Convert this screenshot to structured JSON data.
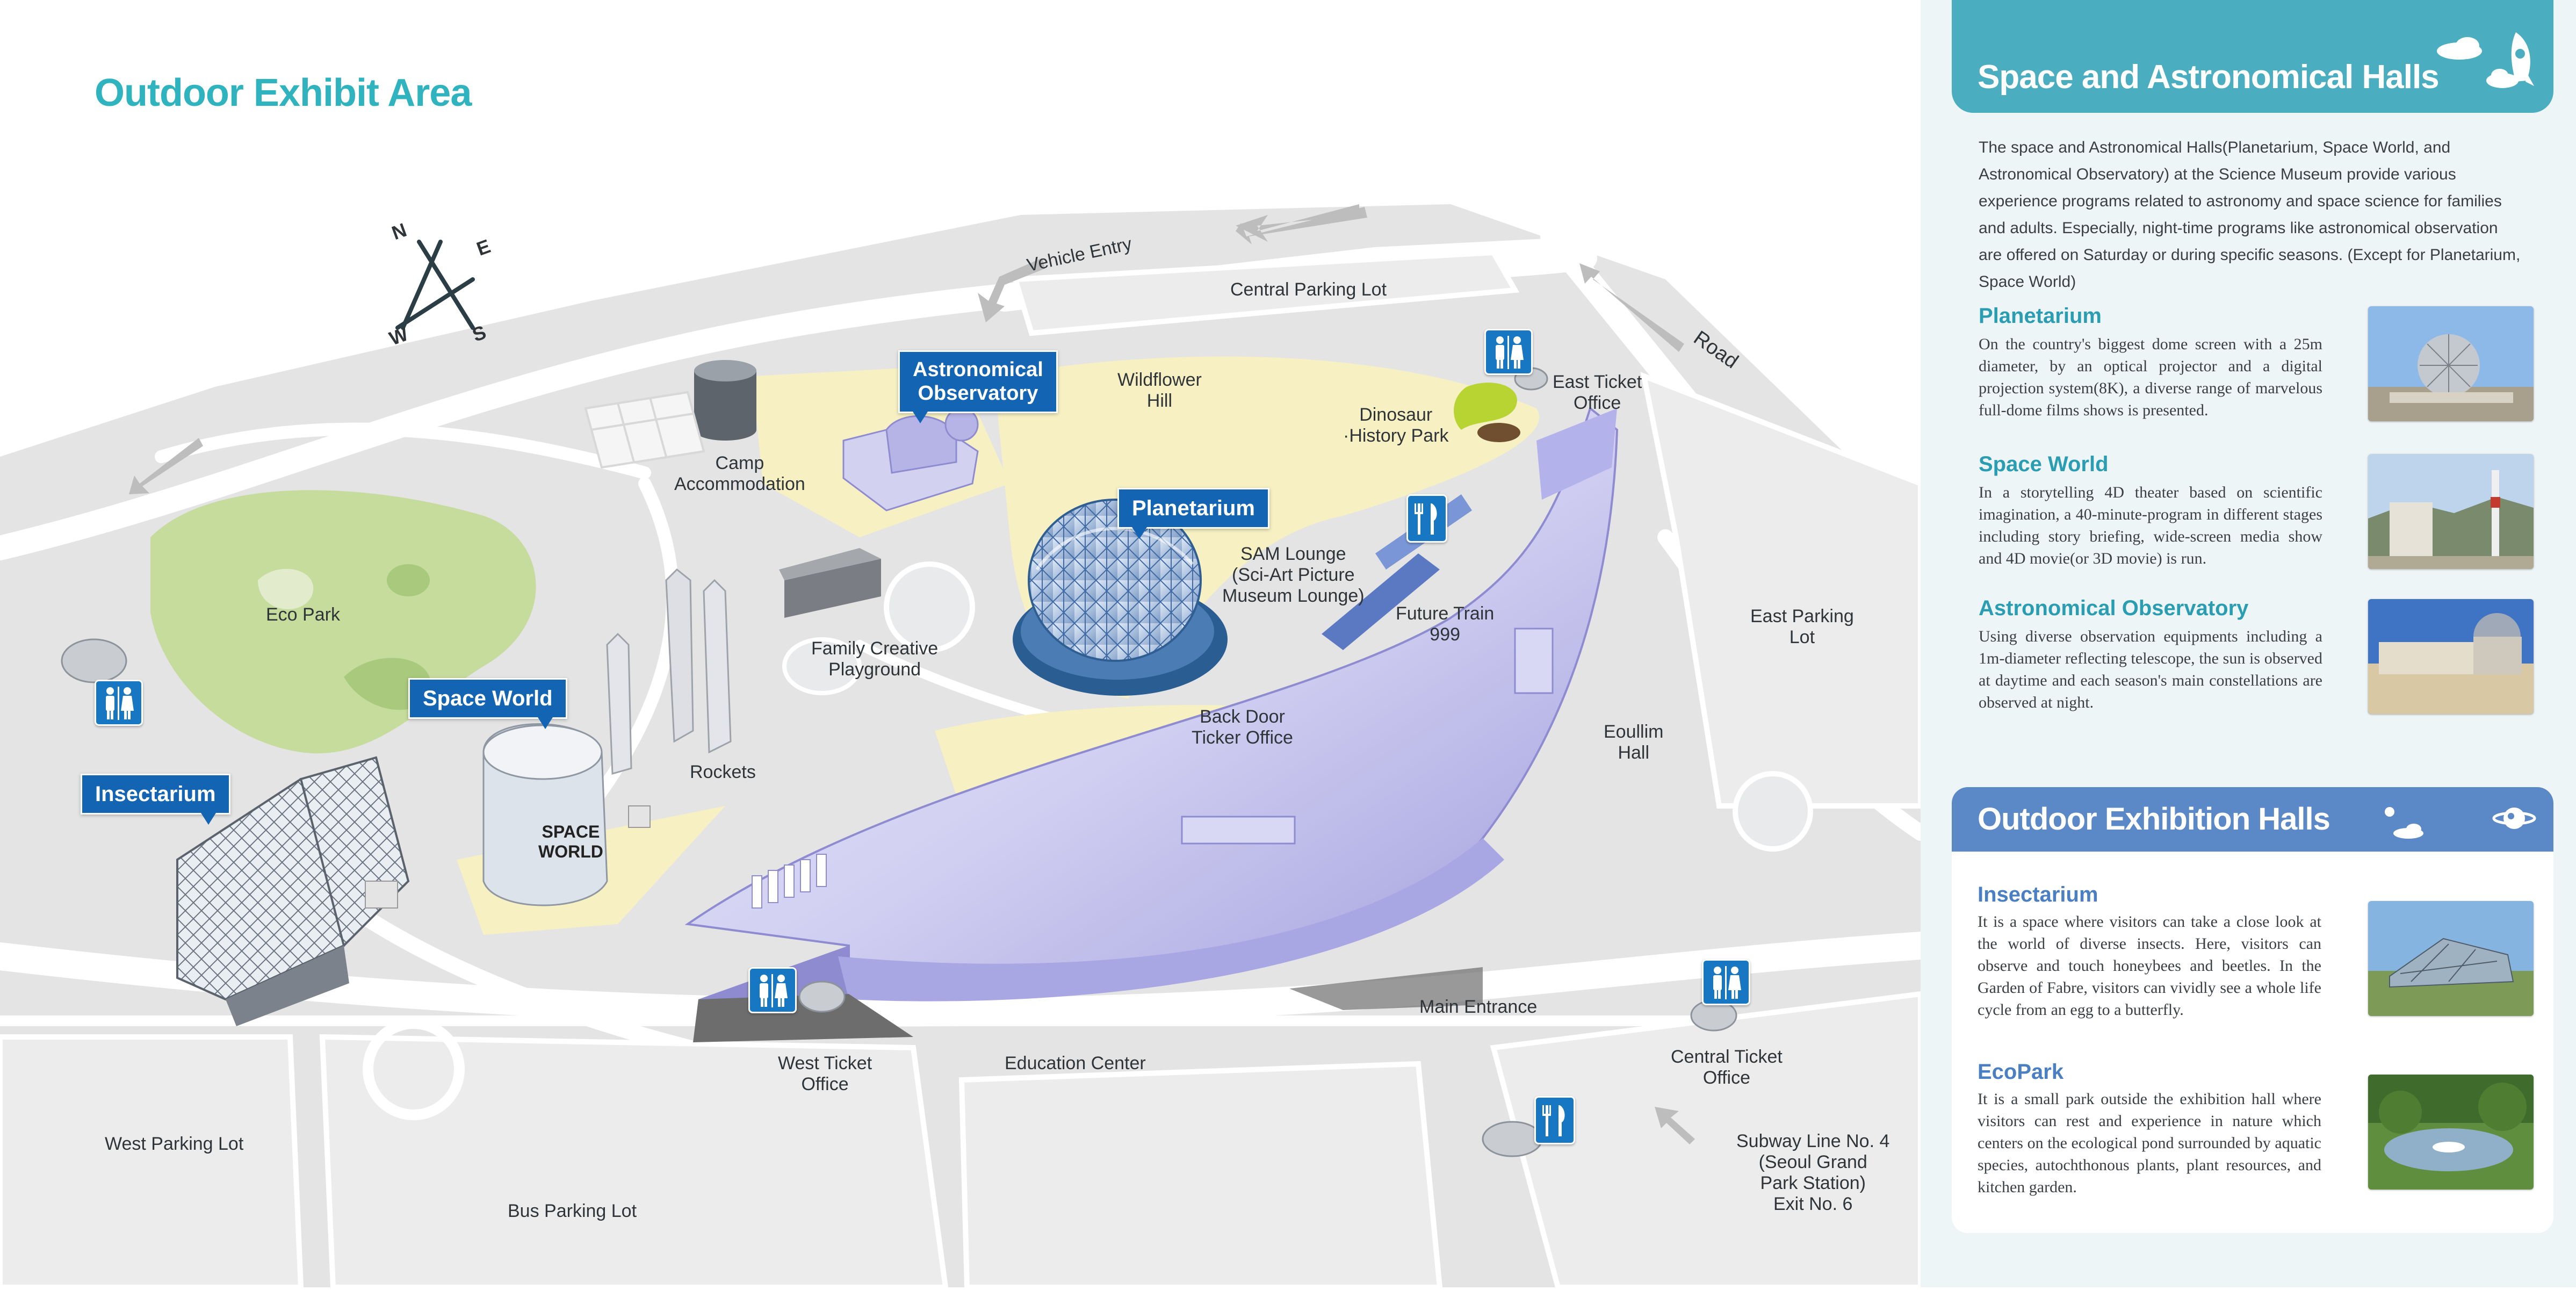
{
  "map": {
    "title": "Outdoor Exhibit Area",
    "compass": {
      "n": "N",
      "e": "E",
      "s": "S",
      "w": "W"
    },
    "labels": {
      "vehicle_entry": "Vehicle Entry",
      "central_parking": "Central Parking Lot",
      "road": "Road",
      "wildflower_hill": "Wildflower\nHill",
      "dinosaur_park": "Dinosaur\n·History Park",
      "east_ticket": "East Ticket\nOffice",
      "camp": "Camp\nAccommodation",
      "eco_park": "Eco Park",
      "sam_lounge": "SAM Lounge\n(Sci-Art Picture\nMuseum Lounge)",
      "future_train": "Future Train\n999",
      "family_playground": "Family Creative\nPlayground",
      "east_parking": "East Parking\nLot",
      "back_door_ticket": "Back Door\nTicker Office",
      "eoullim_hall": "Eoullim\nHall",
      "rockets": "Rockets",
      "space_world_building": "SPACE\nWORLD",
      "main_entrance": "Main Entrance",
      "west_ticket": "West Ticket\nOffice",
      "education_center": "Education Center",
      "central_ticket": "Central Ticket\nOffice",
      "subway": "Subway Line No. 4\n(Seoul Grand\nPark Station)\nExit No. 6",
      "west_parking": "West Parking Lot",
      "bus_parking": "Bus Parking Lot"
    },
    "callouts": {
      "astronomical": "Astronomical\nObservatory",
      "planetarium": "Planetarium",
      "space_world": "Space World",
      "insectarium": "Insectarium"
    },
    "icons": [
      "restroom-icon",
      "restaurant-icon",
      "compass-icon",
      "arrow-icon"
    ]
  },
  "sidebar": {
    "section1": {
      "title": "Space and Astronomical Halls",
      "intro": "The space and Astronomical Halls(Planetarium, Space World, and Astronomical Observatory) at the Science Museum provide various experience programs related to astronomy and space science for families and adults. Especially, night-time programs like astronomical observation are offered on Saturday or during specific seasons. (Except for Planetarium, Space World)",
      "items": [
        {
          "title": "Planetarium",
          "desc": "On the country's biggest dome screen with a 25m diameter, by an optical projector and a digital projection system(8K), a diverse range of marvelous full-dome films shows is presented."
        },
        {
          "title": "Space World",
          "desc": "In a storytelling 4D theater based on scientific imagination, a 40-minute-program in different stages including story briefing, wide-screen media show and 4D movie(or 3D movie) is run."
        },
        {
          "title": "Astronomical Observatory",
          "desc": "Using diverse observation equipments including a 1m-diameter reflecting telescope, the sun is observed at daytime and each season's main constellations are observed at night."
        }
      ]
    },
    "section2": {
      "title": "Outdoor Exhibition Halls",
      "items": [
        {
          "title": "Insectarium",
          "desc": "It is a space where visitors can take a close look at the world of diverse insects. Here, visitors can observe and touch honeybees and beetles. In the Garden of Fabre, visitors can vividly see a whole life cycle from an egg to a butterfly."
        },
        {
          "title": "EcoPark",
          "desc": "It is a small park outside the exhibition hall where visitors can rest and experience in nature which centers on the ecological pond surrounded by aquatic species, autochthonous plants, plant resources, and kitchen garden."
        }
      ]
    }
  },
  "colors": {
    "title_teal": "#2fb3bf",
    "callout_blue": "#1464b4",
    "panel1_head": "#4aaec0",
    "panel2_head": "#5b88c6",
    "museum_lavender": "#c9c8ef",
    "park_green": "#c5dc9c",
    "plaza_yellow": "#f6f0c2",
    "road_gray": "#dcdcdc"
  }
}
